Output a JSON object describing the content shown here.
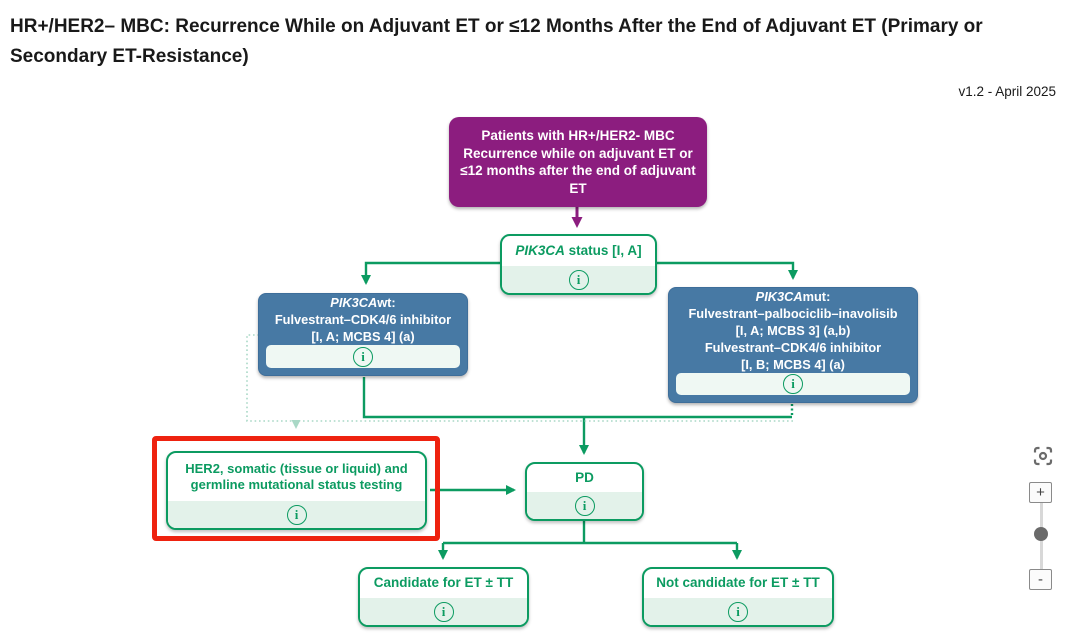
{
  "header": {
    "title": "HR+/HER2– MBC: Recurrence While on Adjuvant ET or ≤12 Months After the End of Adjuvant ET (Primary or Secondary ET-Resistance)",
    "version": "v1.2 - April 2025"
  },
  "flowchart": {
    "patients": {
      "lines": [
        "Patients with HR+/HER2- MBC",
        "Recurrence while on adjuvant ET or",
        "≤12 months after the end of adjuvant",
        "ET"
      ]
    },
    "pik3ca_status": {
      "gene": "PIK3CA",
      "rest": " status [I, A]"
    },
    "pik3ca_wt": {
      "gene": "PIK3CA",
      "gene_suffix": "wt:",
      "line2": "Fulvestrant–CDK4/6 inhibitor",
      "line3": "[I, A; MCBS 4] (a)"
    },
    "pik3ca_mut": {
      "gene": "PIK3CA",
      "gene_suffix": "mut:",
      "line2": "Fulvestrant–palbociclib–inavolisib",
      "line3": "[I, A; MCBS 3] (a,b)",
      "line4": "Fulvestrant–CDK4/6 inhibitor",
      "line5": "[I, B; MCBS 4] (a)"
    },
    "testing": {
      "line1": "HER2, somatic (tissue or liquid) and",
      "line2": "germline mutational status testing"
    },
    "pd": {
      "label": "PD"
    },
    "candidate": {
      "label": "Candidate for ET ± TT"
    },
    "not_candidate": {
      "label": "Not candidate for ET ± TT"
    }
  },
  "icons": {
    "info_glyph": "i"
  },
  "controls": {
    "zoom_in": "+",
    "zoom_out": "-"
  },
  "colors": {
    "purple": "#8C1D7F",
    "blue": "#4779A4",
    "green": "#0C9B61",
    "light_green_fill": "#E3F2EA",
    "dotted_line_green": "#A9D8C6",
    "highlight_red": "#EE220F"
  }
}
